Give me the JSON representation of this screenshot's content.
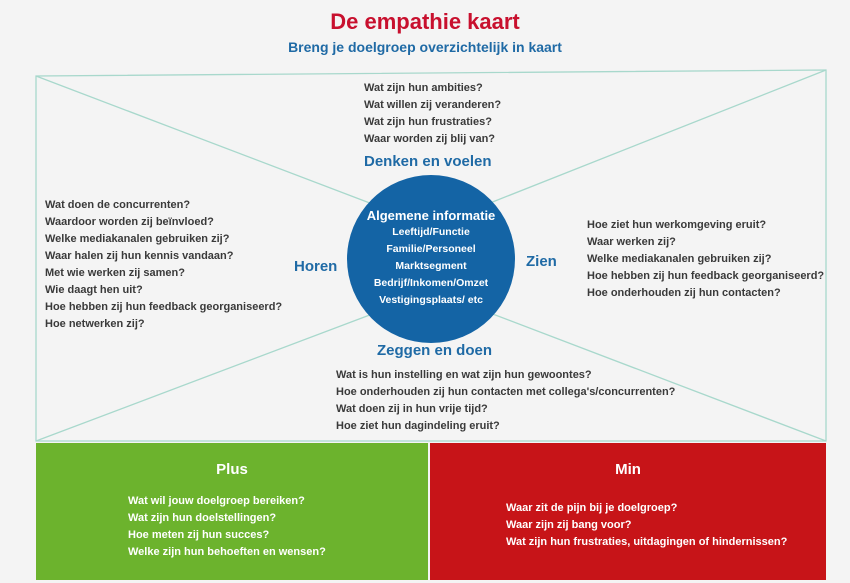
{
  "header": {
    "title": "De empathie kaart",
    "subtitle": "Breng je doelgroep overzichtelijk in kaart"
  },
  "center": {
    "title": "Algemene informatie",
    "items": [
      "Leeftijd/Functie",
      "Familie/Personeel",
      "Marktsegment",
      "Bedrijf/Inkomen/Omzet",
      "Vestigingsplaats/ etc"
    ]
  },
  "sections": {
    "denken": {
      "label": "Denken en voelen",
      "questions": [
        "Wat zijn hun ambities?",
        "Wat willen zij veranderen?",
        "Wat zijn hun frustraties?",
        "Waar worden zij blij van?"
      ]
    },
    "horen": {
      "label": "Horen",
      "questions": [
        "Wat doen de concurrenten?",
        "Waardoor worden zij beïnvloed?",
        "Welke mediakanalen gebruiken zij?",
        "Waar halen zij hun kennis vandaan?",
        "Met wie werken zij samen?",
        "Wie daagt hen uit?",
        "Hoe hebben zij hun feedback georganiseerd?",
        "Hoe netwerken zij?"
      ]
    },
    "zien": {
      "label": "Zien",
      "questions": [
        "Hoe ziet hun werkomgeving eruit?",
        "Waar werken zij?",
        "Welke mediakanalen gebruiken zij?",
        "Hoe hebben zij hun feedback georganiseerd?",
        "Hoe onderhouden zij hun contacten?"
      ]
    },
    "zeggen": {
      "label": "Zeggen en doen",
      "questions": [
        "Wat is hun instelling en wat zijn hun gewoontes?",
        "Hoe onderhouden zij hun contacten met collega's/concurrenten?",
        "Wat doen zij in hun vrije tijd?",
        "Hoe ziet hun dagindeling eruit?"
      ]
    }
  },
  "plus": {
    "title": "Plus",
    "questions": [
      "Wat wil jouw doelgroep bereiken?",
      "Wat zijn hun doelstellingen?",
      "Hoe meten zij hun succes?",
      "Welke zijn hun behoeften en wensen?"
    ]
  },
  "min": {
    "title": "Min",
    "questions": [
      "Waar zit de pijn bij je doelgroep?",
      "Waar zijn zij bang voor?",
      "Wat zijn hun frustraties, uitdagingen of hindernissen?"
    ]
  },
  "colors": {
    "title": "#c8102e",
    "accent_blue": "#1f6aa5",
    "circle": "#1464a5",
    "plus": "#6cb32d",
    "min": "#c71418",
    "lines": "#a8d8cc"
  }
}
